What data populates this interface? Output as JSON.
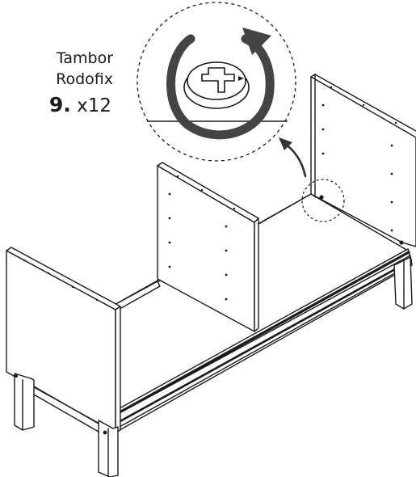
{
  "hardware": {
    "name": "Tambor",
    "subname": "Rodofix",
    "step_number": "9.",
    "quantity": "x12"
  },
  "icons": {
    "screw": "cam-lock-screw-icon",
    "rotation": "clockwise-rotation-arrow-icon",
    "callout": "callout-arrow-icon"
  },
  "colors": {
    "line": "#1a1a1a",
    "rotation_arrow": "#444444",
    "fill": "#ffffff"
  }
}
